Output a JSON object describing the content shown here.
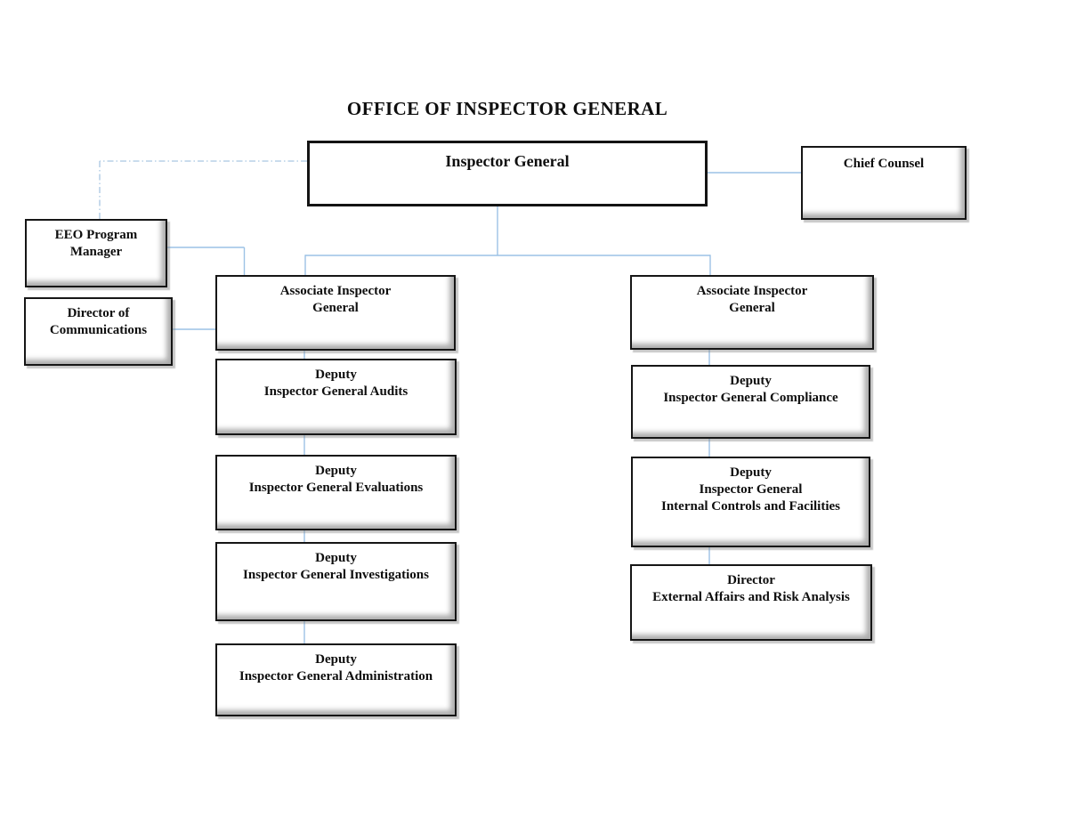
{
  "title": "OFFICE OF INSPECTOR GENERAL",
  "boxes": [
    {
      "id": "inspector-general",
      "lines": [
        "Inspector General"
      ]
    },
    {
      "id": "chief-counsel",
      "lines": [
        "Chief Counsel"
      ]
    },
    {
      "id": "eeo-program-manager",
      "lines": [
        "EEO Program",
        "Manager"
      ]
    },
    {
      "id": "director-of-communications",
      "lines": [
        "Director of",
        "Communications"
      ]
    },
    {
      "id": "associate-inspector-general-left",
      "lines": [
        "Associate Inspector",
        "General"
      ]
    },
    {
      "id": "associate-inspector-general-right",
      "lines": [
        "Associate Inspector",
        "General"
      ]
    },
    {
      "id": "deputy-ig-audits",
      "lines": [
        "Deputy",
        "Inspector General Audits"
      ]
    },
    {
      "id": "deputy-ig-evaluations",
      "lines": [
        "Deputy",
        "Inspector General Evaluations"
      ]
    },
    {
      "id": "deputy-ig-investigations",
      "lines": [
        "Deputy",
        "Inspector General Investigations"
      ]
    },
    {
      "id": "deputy-ig-administration",
      "lines": [
        "Deputy",
        "Inspector General Administration"
      ]
    },
    {
      "id": "deputy-ig-compliance",
      "lines": [
        "Deputy",
        "Inspector General Compliance"
      ]
    },
    {
      "id": "deputy-ig-internal-controls",
      "lines": [
        "Deputy",
        "Inspector General",
        "Internal Controls and Facilities"
      ]
    },
    {
      "id": "director-external-affairs",
      "lines": [
        "Director",
        "External Affairs and Risk Analysis"
      ]
    }
  ],
  "colors": {
    "connector": "#9cc2e5",
    "connector_dashed": "#a9c7e2",
    "box_border": "#161616",
    "text": "#0e0e0e"
  }
}
